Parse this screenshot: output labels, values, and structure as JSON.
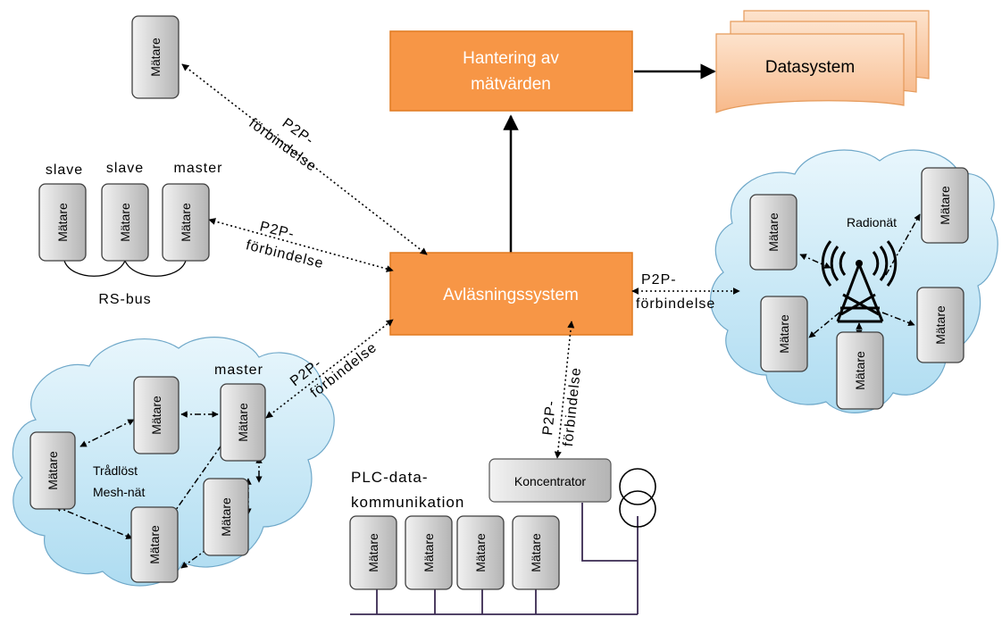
{
  "nodes": {
    "hantering": [
      "Hantering av",
      "mätvärden"
    ],
    "datasystem": "Datasystem",
    "avlasning": "Avläsningssystem",
    "koncentrator": "Koncentrator"
  },
  "meter_label": "Mätare",
  "connection_label": [
    "P2P-",
    "förbindelse"
  ],
  "rs_bus": {
    "roles": [
      "slave",
      "slave",
      "master"
    ],
    "bus_label": "RS-bus"
  },
  "mesh": {
    "label": [
      "Trådlöst",
      "Mesh-nät"
    ],
    "master_label": "master"
  },
  "radio": {
    "label": "Radionät"
  },
  "plc": {
    "label": [
      "PLC-data-",
      "kommunikation"
    ]
  }
}
